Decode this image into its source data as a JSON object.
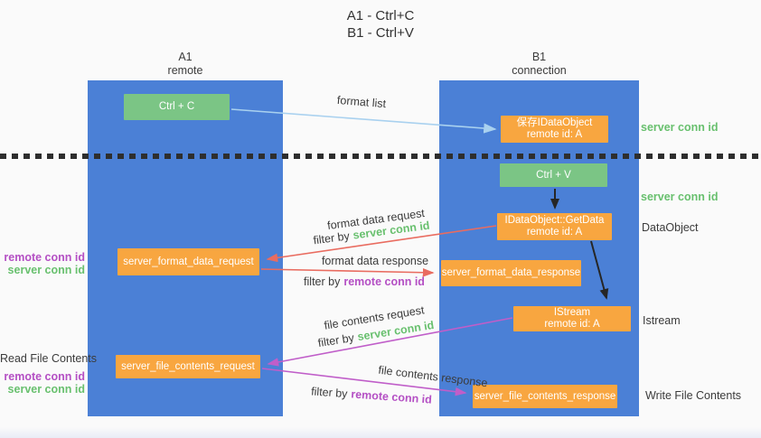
{
  "title": {
    "line1": "A1 - Ctrl+C",
    "line2": "B1 - Ctrl+V"
  },
  "lifelines": {
    "a1": {
      "name": "A1",
      "role": "remote"
    },
    "b1": {
      "name": "B1",
      "role": "connection"
    }
  },
  "nodes": {
    "ctrl_c": {
      "label": "Ctrl + C"
    },
    "save_dataobject": {
      "line1": "保存IDataObject",
      "line2": "remote id: A"
    },
    "ctrl_v": {
      "label": "Ctrl + V"
    },
    "getdata": {
      "line1": "IDataObject::GetData",
      "line2": "remote id: A"
    },
    "istream": {
      "line1": "IStream",
      "line2": "remote id: A"
    },
    "format_request": {
      "label": "server_format_data_request"
    },
    "format_response": {
      "label": "server_format_data_response"
    },
    "file_request": {
      "label": "server_file_contents_request"
    },
    "file_response": {
      "label": "server_file_contents_response"
    }
  },
  "arrows": {
    "format_list": {
      "label": "format list"
    },
    "format_data_request": {
      "label": "format data request",
      "filter_prefix": "filter by",
      "filter_key": "server conn id"
    },
    "format_data_response": {
      "label": "format data response",
      "filter_prefix": "filter by",
      "filter_key": "remote conn id"
    },
    "file_contents_request": {
      "label": "file contents request",
      "filter_prefix": "filter by",
      "filter_key": "server conn id"
    },
    "file_contents_response": {
      "label": "file contents response",
      "filter_prefix": "filter by",
      "filter_key": "remote conn id"
    }
  },
  "side_labels": {
    "right_top_server_conn_id": "server conn id",
    "right_mid_server_conn_id": "server conn id",
    "dataobject": "DataObject",
    "istream": "Istream",
    "write_file_contents": "Write File Contents",
    "left_remote_conn_id": "remote conn id",
    "left_server_conn_id": "server conn id",
    "read_file_contents": "Read File Contents",
    "left_remote_conn_id_2": "remote conn id",
    "left_server_conn_id_2": "server conn id"
  },
  "colors": {
    "lifeline_blue": "#4b80d6",
    "action_green": "#7bc585",
    "message_orange": "#f8a640",
    "request_red": "#e96c60",
    "contents_purple": "#c05ec9",
    "format_list_blue": "#a9d1ef",
    "server_conn_green": "#68c06e",
    "remote_conn_purple": "#b44fc4",
    "arrow_black": "#262626",
    "text_dark": "#3b3b3b"
  }
}
